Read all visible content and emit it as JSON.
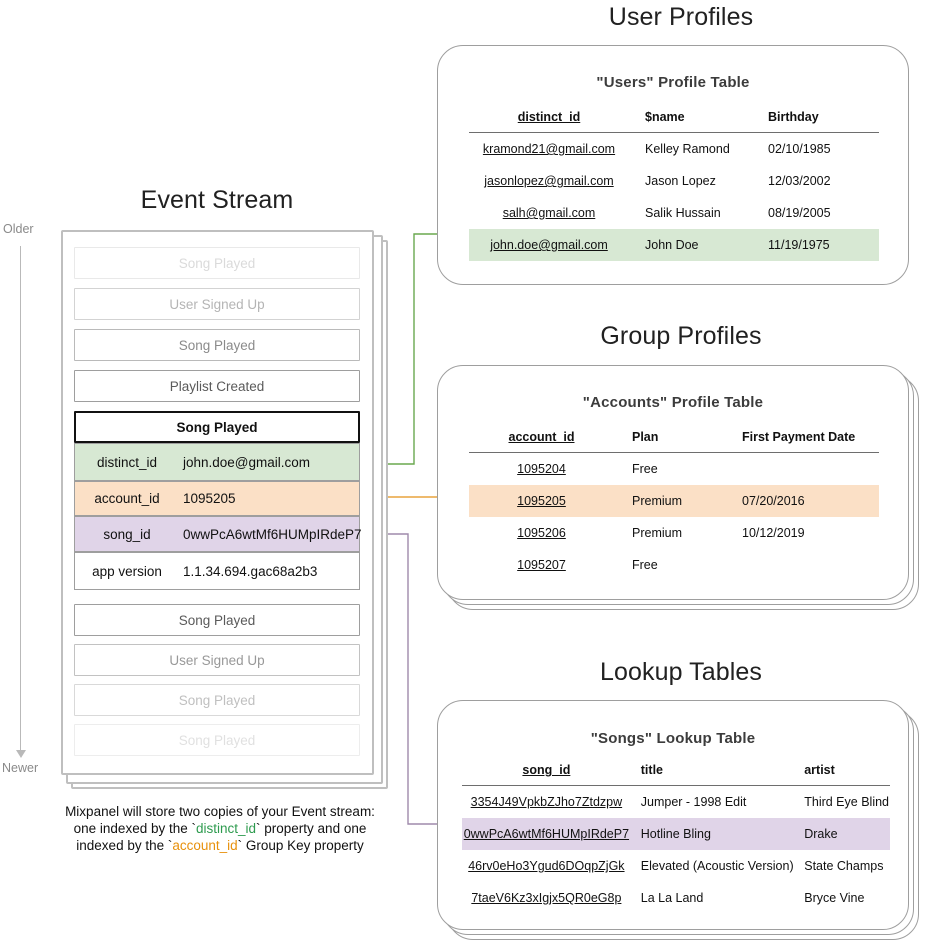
{
  "colors": {
    "green": "#6aa84f",
    "green_fill": "#d7e8d3",
    "orange": "#e8a33d",
    "orange_fill": "#fbe0c6",
    "purple": "#9f8aab",
    "purple_fill": "#e0d4e8",
    "card_border": "#9e9e9e"
  },
  "event_stream": {
    "title": "Event Stream",
    "axis": {
      "older": "Older",
      "newer": "Newer"
    },
    "events_above": [
      {
        "label": "Song Played",
        "opacity": 0.22
      },
      {
        "label": "User Signed Up",
        "opacity": 0.45
      },
      {
        "label": "Song Played",
        "opacity": 0.7
      },
      {
        "label": "Playlist Created",
        "opacity": 1
      }
    ],
    "focused_event": {
      "label": "Song Played",
      "properties": [
        {
          "key": "distinct_id",
          "value": "john.doe@gmail.com",
          "highlight": "green"
        },
        {
          "key": "account_id",
          "value": "1095205",
          "highlight": "orange"
        },
        {
          "key": "song_id",
          "value": "0wwPcA6wtMf6HUMpIRdeP7",
          "highlight": "purple"
        },
        {
          "key": "app version",
          "value": "1.1.34.694.gac68a2b3",
          "highlight": "none"
        }
      ]
    },
    "events_below": [
      {
        "label": "Song Played",
        "opacity": 1
      },
      {
        "label": "User Signed Up",
        "opacity": 0.62
      },
      {
        "label": "Song Played",
        "opacity": 0.38
      },
      {
        "label": "Song Played",
        "opacity": 0.18
      }
    ],
    "caption": {
      "line1": "Mixpanel will store two copies of your Event stream:",
      "line2_pre": "one indexed by the `",
      "line2_token": "distinct_id",
      "line2_post": "` property and one",
      "line3_pre": "indexed by the `",
      "line3_token": "account_id",
      "line3_post": "` Group Key property"
    }
  },
  "user_profiles": {
    "title": "User Profiles",
    "table_heading": "\"Users\" Profile Table",
    "columns": [
      "distinct_id",
      "$name",
      "Birthday"
    ],
    "rows": [
      {
        "cells": [
          "kramond21@gmail.com",
          "Kelley Ramond",
          "02/10/1985"
        ],
        "highlight": "none"
      },
      {
        "cells": [
          "jasonlopez@gmail.com",
          "Jason Lopez",
          "12/03/2002"
        ],
        "highlight": "none"
      },
      {
        "cells": [
          "salh@gmail.com",
          "Salik Hussain",
          "08/19/2005"
        ],
        "highlight": "none"
      },
      {
        "cells": [
          "john.doe@gmail.com",
          "John Doe",
          "11/19/1975"
        ],
        "highlight": "green"
      }
    ]
  },
  "group_profiles": {
    "title": "Group Profiles",
    "table_heading": "\"Accounts\" Profile Table",
    "columns": [
      "account_id",
      "Plan",
      "First Payment Date"
    ],
    "rows": [
      {
        "cells": [
          "1095204",
          "Free",
          ""
        ],
        "highlight": "none"
      },
      {
        "cells": [
          "1095205",
          "Premium",
          "07/20/2016"
        ],
        "highlight": "orange"
      },
      {
        "cells": [
          "1095206",
          "Premium",
          "10/12/2019"
        ],
        "highlight": "none"
      },
      {
        "cells": [
          "1095207",
          "Free",
          ""
        ],
        "highlight": "none"
      }
    ]
  },
  "lookup_tables": {
    "title": "Lookup Tables",
    "table_heading": "\"Songs\" Lookup Table",
    "columns": [
      "song_id",
      "title",
      "artist"
    ],
    "rows": [
      {
        "cells": [
          "3354J49VpkbZJho7Ztdzpw",
          "Jumper - 1998 Edit",
          "Third Eye Blind"
        ],
        "highlight": "none"
      },
      {
        "cells": [
          "0wwPcA6wtMf6HUMpIRdeP7",
          "Hotline Bling",
          "Drake"
        ],
        "highlight": "purple"
      },
      {
        "cells": [
          "46rv0eHo3Ygud6DOqpZjGk",
          "Elevated (Acoustic Version)",
          "State Champs"
        ],
        "highlight": "none"
      },
      {
        "cells": [
          "7taeV6Kz3xIgjx5QR0eG8p",
          "La La Land",
          "Bryce Vine"
        ],
        "highlight": "none"
      }
    ]
  }
}
